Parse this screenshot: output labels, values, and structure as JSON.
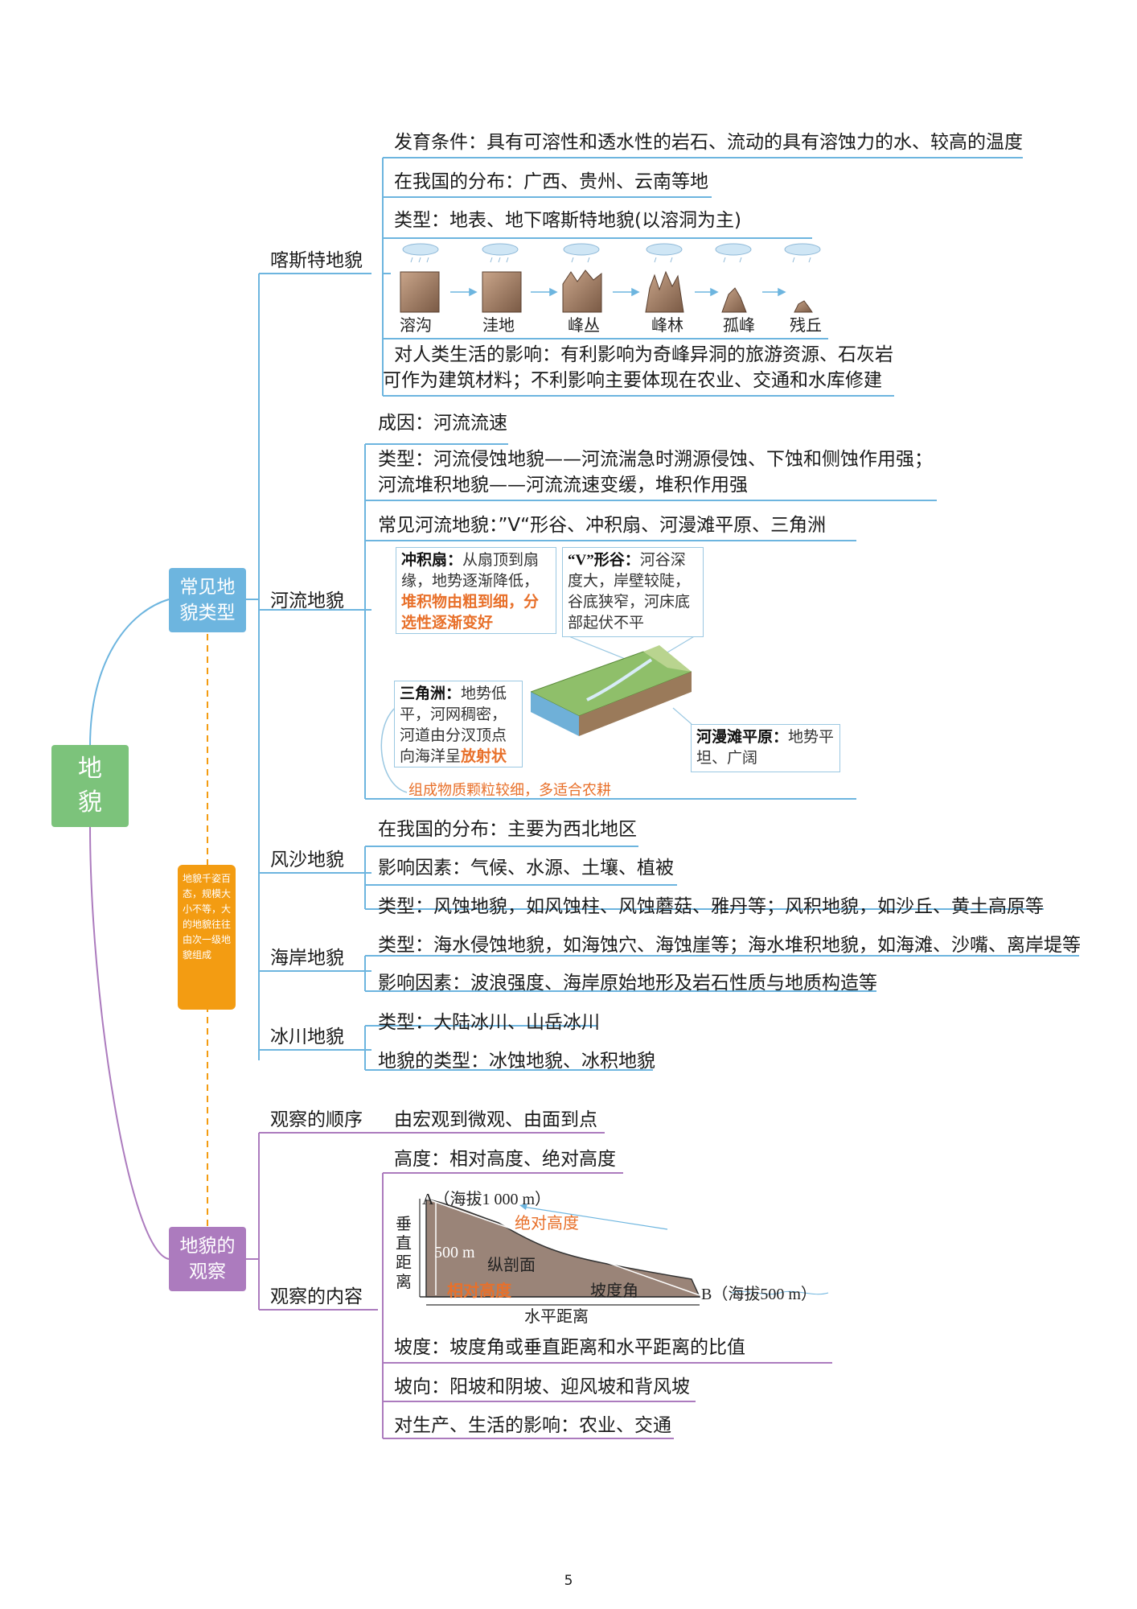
{
  "root": {
    "label": "地貌"
  },
  "branch1": {
    "label": "常见地貌类型"
  },
  "branch2": {
    "label": "地貌的观察"
  },
  "note": "地貌千姿百态，规模大小不等，大的地貌往往由次一级地貌组成",
  "karst": {
    "title": "喀斯特地貌",
    "conditions": "发育条件：具有可溶性和透水性的岩石、流动的具有溶蚀力的水、较高的温度",
    "distribution": "在我国的分布：广西、贵州、云南等地",
    "types": "类型：地表、地下喀斯特地貌(以溶洞为主)",
    "stages": [
      "溶沟",
      "洼地",
      "峰丛",
      "峰林",
      "孤峰",
      "残丘"
    ],
    "impact_1": "对人类生活的影响：有利影响为奇峰异洞的旅游资源、石灰岩",
    "impact_2": "可作为建筑材料；不利影响主要体现在农业、交通和水库修建"
  },
  "river": {
    "title": "河流地貌",
    "cause": "成因：河流流速",
    "types_1": "类型：河流侵蚀地貌——河流湍急时溯源侵蚀、下蚀和侧蚀作用强；",
    "types_2": "河流堆积地貌——河流流速变缓，堆积作用强",
    "common": "常见河流地貌：”V“形谷、冲积扇、河漫滩平原、三角洲",
    "fan": {
      "head": "冲积扇：",
      "text": "从扇顶到扇缘，地势逐渐降低，",
      "highlight": "堆积物由粗到细，分选性逐渐变好"
    },
    "vvalley": {
      "head": "“V”形谷：",
      "text": "河谷深度大，岸壁较陡，谷底狭窄，河床底部起伏不平"
    },
    "delta": {
      "head": "三角洲：",
      "text": "地势低平，河网稠密，河道由分汊顶点向海洋呈",
      "highlight": "放射状"
    },
    "floodplain": {
      "head": "河漫滩平原：",
      "text": "地势平坦、广阔"
    },
    "bottom_note": "组成物质颗粒较细，多适合农耕"
  },
  "aeolian": {
    "title": "风沙地貌",
    "distribution": "在我国的分布：主要为西北地区",
    "factors": "影响因素：气候、水源、土壤、植被",
    "types": "类型：风蚀地貌，如风蚀柱、风蚀蘑菇、雅丹等；风积地貌，如沙丘、黄土高原等"
  },
  "coastal": {
    "title": "海岸地貌",
    "types": "类型：海水侵蚀地貌，如海蚀穴、海蚀崖等；海水堆积地貌，如海滩、沙嘴、离岸堤等",
    "factors": "影响因素：波浪强度、海岸原始地形及岩石性质与地质构造等"
  },
  "glacial": {
    "title": "冰川地貌",
    "types": "类型：大陆冰川、山岳冰川",
    "landform_types": "地貌的类型：冰蚀地貌、冰积地貌"
  },
  "observation": {
    "order_title": "观察的顺序",
    "order_text": "由宏观到微观、由面到点",
    "content_title": "观察的内容",
    "height": "高度：相对高度、绝对高度",
    "slope": "坡度：坡度角或垂直距离和水平距离的比值",
    "aspect": "坡向：阳坡和阴坡、迎风坡和背风坡",
    "impact": "对生产、生活的影响：农业、交通",
    "diagram": {
      "point_a": "A（海拔1 000 m）",
      "point_b": "B（海拔500 m）",
      "absolute": "绝对高度",
      "relative": "相对高度",
      "vertical": "垂直距离",
      "h500": "500 m",
      "profile": "纵剖面",
      "slope_angle": "坡度角",
      "horizontal": "水平距离"
    }
  },
  "page_number": "5"
}
